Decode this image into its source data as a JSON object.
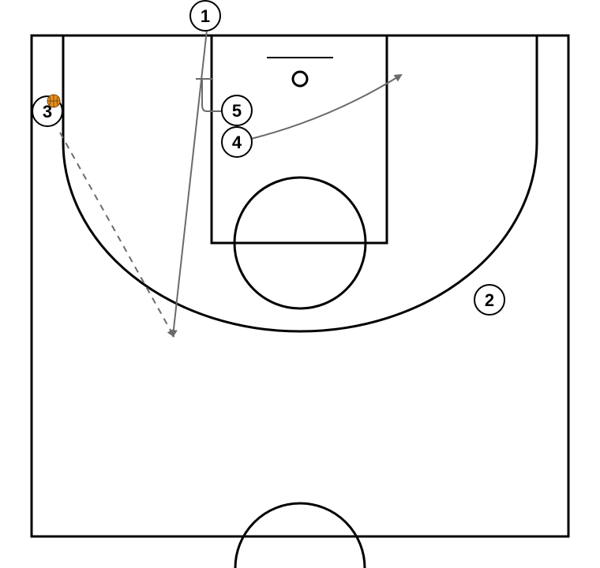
{
  "diagram": {
    "players": [
      {
        "id": "p1",
        "label": "1"
      },
      {
        "id": "p2",
        "label": "2"
      },
      {
        "id": "p3",
        "label": "3"
      },
      {
        "id": "p4",
        "label": "4"
      },
      {
        "id": "p5",
        "label": "5"
      }
    ],
    "ball_holder": "3",
    "movements": [
      {
        "type": "cut",
        "from": "1"
      },
      {
        "type": "screen",
        "from": "5"
      },
      {
        "type": "cut",
        "from": "4"
      },
      {
        "type": "pass",
        "from": "3",
        "to": "1"
      }
    ],
    "colors": {
      "court_lines": "#000000",
      "movement": "#6b6b6b",
      "ball": "#e8901e",
      "ball_seams": "#7a4a10",
      "background": "#ffffff"
    }
  }
}
